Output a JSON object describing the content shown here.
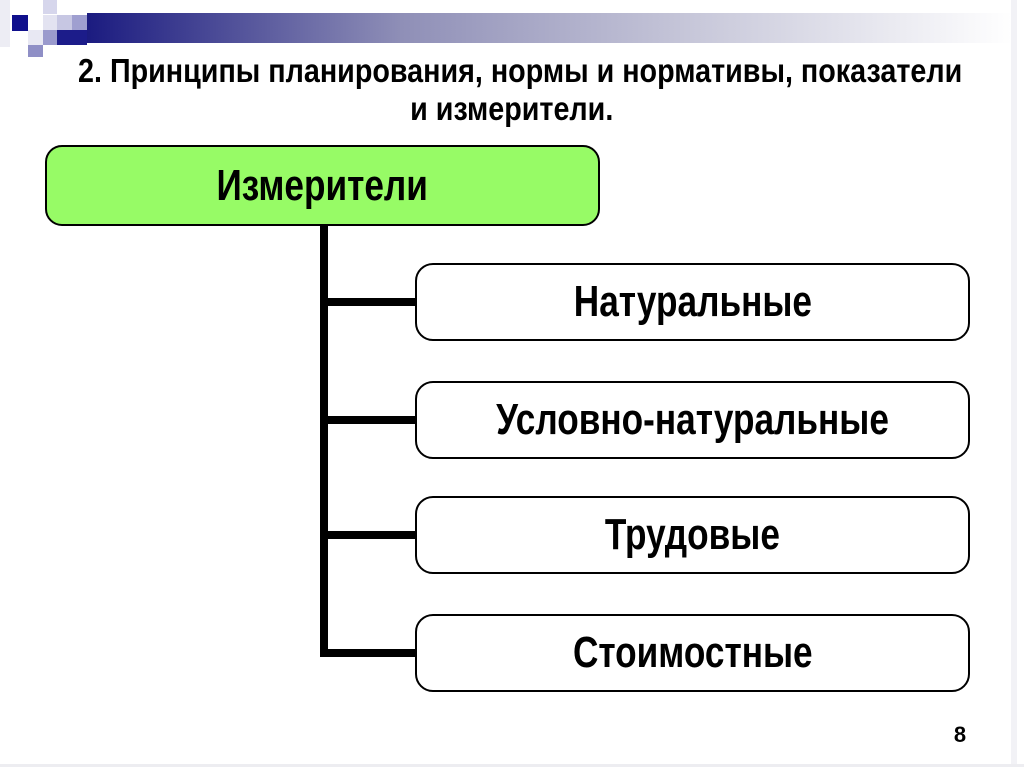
{
  "title": {
    "line1": "2. Принципы планирования, нормы и нормативы, показатели",
    "line2": "и измерители."
  },
  "diagram": {
    "root": {
      "label": "Измерители"
    },
    "children": [
      {
        "label": "Натуральные"
      },
      {
        "label": "Условно-натуральные"
      },
      {
        "label": "Трудовые"
      },
      {
        "label": "Стоимостные"
      }
    ]
  },
  "page_number": "8",
  "colors": {
    "root_box_fill": "#97fb66",
    "box_border": "#000000",
    "connector_line": "#000000",
    "header_bar_dark": "#1b1b80",
    "accent_square_navy": "#10108c",
    "text": "#000000"
  }
}
